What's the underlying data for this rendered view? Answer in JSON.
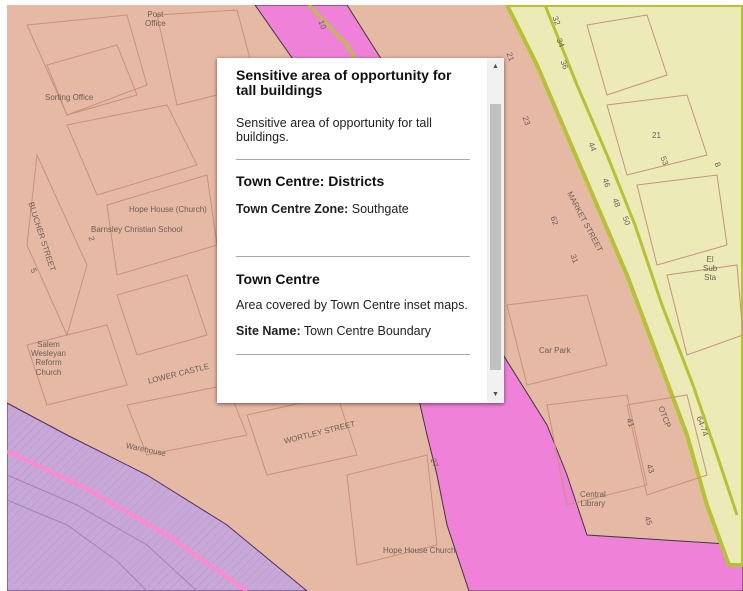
{
  "map": {
    "labels": {
      "post_office": "Post\nOffice",
      "sorting_office": "Sorting Office",
      "blucher_street": "BLUCHER STREET",
      "hope_house": "Hope House (Church)",
      "barnsley_christian": "Barnsley Christian School",
      "salem_church": "Salem\nWesleyan\nReform\nChurch",
      "lower_castle": "LOWER CASTLE",
      "warehouse": "Warehouse",
      "wortley_street": "WORTLEY STREET",
      "market_street": "MARKET STREET",
      "el_sub_sta": "El\nSub\nSta",
      "car_park": "Car Park",
      "central_library": "Central\nLibrary",
      "otcp": "OTCP",
      "hope_house_church": "Hope House Church",
      "n_32": "32",
      "n_34": "34",
      "n_36": "36",
      "n_21a": "21",
      "n_21b": "21",
      "n_10": "10",
      "n_23": "23",
      "n_44": "44",
      "n_46": "46",
      "n_48": "48",
      "n_50": "50",
      "n_53": "53",
      "n_8": "8",
      "n_62": "62",
      "n_31": "31",
      "n_2": "2",
      "n_5": "5",
      "n_27": "27",
      "n_41": "41",
      "n_43": "43",
      "n_45": "45",
      "n_64": "64-74"
    }
  },
  "popup": {
    "sections": [
      {
        "title": "Sensitive area of opportunity for tall buildings",
        "body": "Sensitive area of opportunity for tall buildings."
      },
      {
        "title": "Town Centre: Districts",
        "field_label": "Town Centre Zone:",
        "field_value": "Southgate"
      },
      {
        "title": "Town Centre",
        "body": "Area covered by Town Centre inset maps.",
        "field_label": "Site Name:",
        "field_value": "Town Centre Boundary"
      }
    ]
  }
}
